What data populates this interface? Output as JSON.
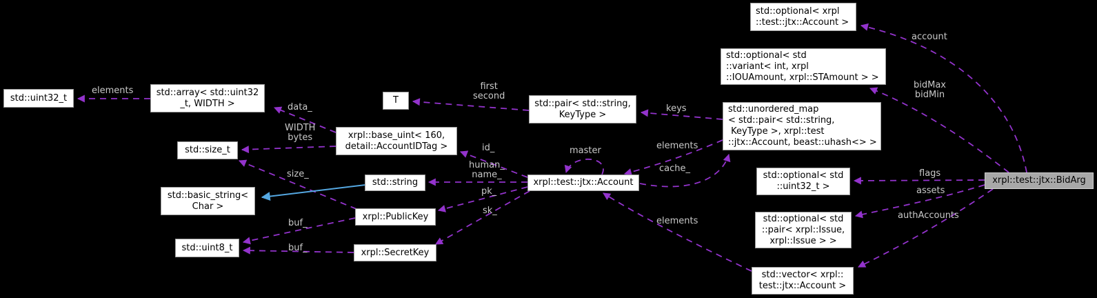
{
  "diagram": {
    "type": "doxygen-collaboration-graph",
    "focus_class": "xrpl::test::jtx::BidArg",
    "colors": {
      "background": "#000000",
      "edge": "#9333cc",
      "inheritance_edge": "#55a8e2",
      "label_text": "#c9c9c9",
      "node_fill": "#ffffff",
      "node_border": "#9a9a9a",
      "node_text": "#000000",
      "focus_fill": "#a8a8a8",
      "focus_border": "#cfcfcf"
    },
    "nodes": {
      "uint32_t": "std::uint32_t",
      "array": "std::array< std::uint32\n_t, WIDTH >",
      "size_t": "std::size_t",
      "basic_string": "std::basic_string<\nChar >",
      "uint8_t": "std::uint8_t",
      "T": "T",
      "base_uint": "xrpl::base_uint< 160,\ndetail::AccountIDTag >",
      "string": "std::string",
      "public_key": "xrpl::PublicKey",
      "secret_key": "xrpl::SecretKey",
      "pair": "std::pair< std::string,\nKeyType >",
      "account": "xrpl::test::jtx::Account",
      "optional_account": "std::optional< xrpl\n::test::jtx::Account >",
      "optional_variant": "std::optional< std\n::variant< int, xrpl\n::IOUAmount, xrpl::STAmount > >",
      "unordered_map": "std::unordered_map\n< std::pair< std::string,\n KeyType >, xrpl::test\n::jtx::Account, beast::uhash<> >",
      "optional_uint32": "std::optional< std\n::uint32_t >",
      "optional_issue": "std::optional< std\n::pair< xrpl::Issue,\nxrpl::Issue > >",
      "vector_account": "std::vector< xrpl::\ntest::jtx::Account >",
      "bidarg": "xrpl::test::jtx::BidArg"
    },
    "edge_labels": {
      "elements_array": "elements",
      "data": "data_",
      "width_bytes": "WIDTH\nbytes",
      "size": "size_",
      "buf_pk": "buf_",
      "buf_sk": "buf_",
      "first_second": "first\nsecond",
      "id": "id_",
      "human_name": "human_\nname_",
      "pk": "pk_",
      "sk": "sk_",
      "master": "master",
      "keys": "keys",
      "elements_map": "elements",
      "cache": "cache_",
      "elements_vector": "elements",
      "account": "account",
      "bid_max_min": "bidMax\nbidMin",
      "flags": "flags",
      "assets": "assets",
      "auth_accounts": "authAccounts"
    }
  }
}
